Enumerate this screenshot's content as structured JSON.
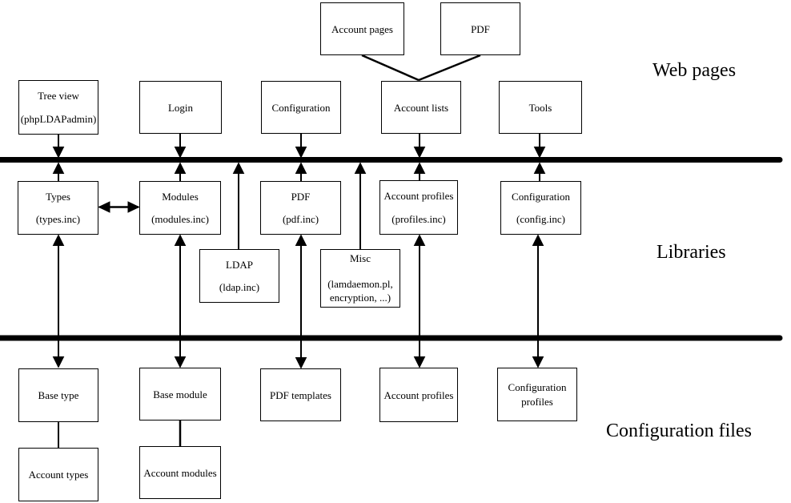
{
  "section_labels": {
    "web_pages": "Web pages",
    "libraries": "Libraries",
    "configuration_files": "Configuration files"
  },
  "boxes": {
    "account_pages": {
      "line1": "Account pages"
    },
    "pdf_export": {
      "line1": "PDF"
    },
    "tree_view": {
      "line1": "Tree view",
      "line2": "(phpLDAPadmin)"
    },
    "login": {
      "line1": "Login"
    },
    "configuration_page": {
      "line1": "Configuration"
    },
    "account_lists": {
      "line1": "Account lists"
    },
    "tools": {
      "line1": "Tools"
    },
    "types": {
      "line1": "Types",
      "line2": "(types.inc)"
    },
    "modules": {
      "line1": "Modules",
      "line2": "(modules.inc)"
    },
    "pdf_lib": {
      "line1": "PDF",
      "line2": "(pdf.inc)"
    },
    "account_profiles_lib": {
      "line1": "Account profiles",
      "line2": "(profiles.inc)"
    },
    "configuration_lib": {
      "line1": "Configuration",
      "line2": "(config.inc)"
    },
    "ldap": {
      "line1": "LDAP",
      "line2": "(ldap.inc)"
    },
    "misc": {
      "line1": "Misc",
      "line2": "(lamdaemon.pl,",
      "line3": "encryption, ...)"
    },
    "base_type": {
      "line1": "Base type"
    },
    "base_module": {
      "line1": "Base module"
    },
    "pdf_templates": {
      "line1": "PDF templates"
    },
    "account_profiles_cfg": {
      "line1": "Account profiles"
    },
    "configuration_profiles": {
      "line1": "Configuration",
      "line2": "profiles"
    },
    "account_types": {
      "line1": "Account types"
    },
    "account_modules": {
      "line1": "Account modules"
    }
  },
  "colors": {
    "line": "#000000",
    "background": "#ffffff",
    "box_border": "#000000"
  }
}
